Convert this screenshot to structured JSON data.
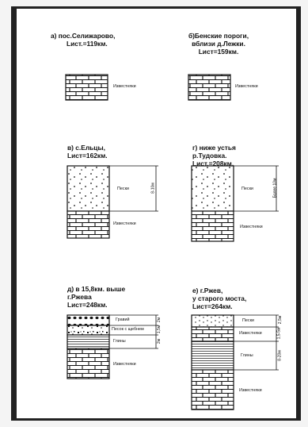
{
  "sections": [
    {
      "id": "a",
      "caption": [
        "а) пос.Селижарово,",
        "Lист.=119км."
      ],
      "layers": [
        "Известняки"
      ],
      "dims": []
    },
    {
      "id": "b",
      "caption": [
        "б)Бенские пороги,",
        "вблизи д.Лежки.",
        "Lист=159км."
      ],
      "layers": [
        "Известняки"
      ],
      "dims": []
    },
    {
      "id": "v",
      "caption": [
        "в) с.Ельцы,",
        "Lист=162км."
      ],
      "layers": [
        "Пески",
        "Известняки"
      ],
      "dims": [
        "8-10м"
      ]
    },
    {
      "id": "g",
      "caption": [
        "г) ниже устья",
        "р.Тудовка.",
        "Lист.=208км."
      ],
      "layers": [
        "Пески",
        "Известняки"
      ],
      "dims": [
        "Более 10м"
      ]
    },
    {
      "id": "d",
      "caption": [
        "д) в 15,8км. выше",
        "г.Ржева",
        "Lист=248км."
      ],
      "layers": [
        "Гравий",
        "Песок с щебнем",
        "Глины",
        "Известняки"
      ],
      "dims": [
        "2м",
        "1,5м",
        "2м"
      ]
    },
    {
      "id": "e",
      "caption": [
        "е) г.Ржев,",
        "у старого моста,",
        "Lист=264км."
      ],
      "layers": [
        "Пески",
        "Известняки",
        "Глины",
        "Известняки"
      ],
      "dims": [
        "2,5м",
        "1,5-5м",
        "8-20м"
      ]
    }
  ]
}
